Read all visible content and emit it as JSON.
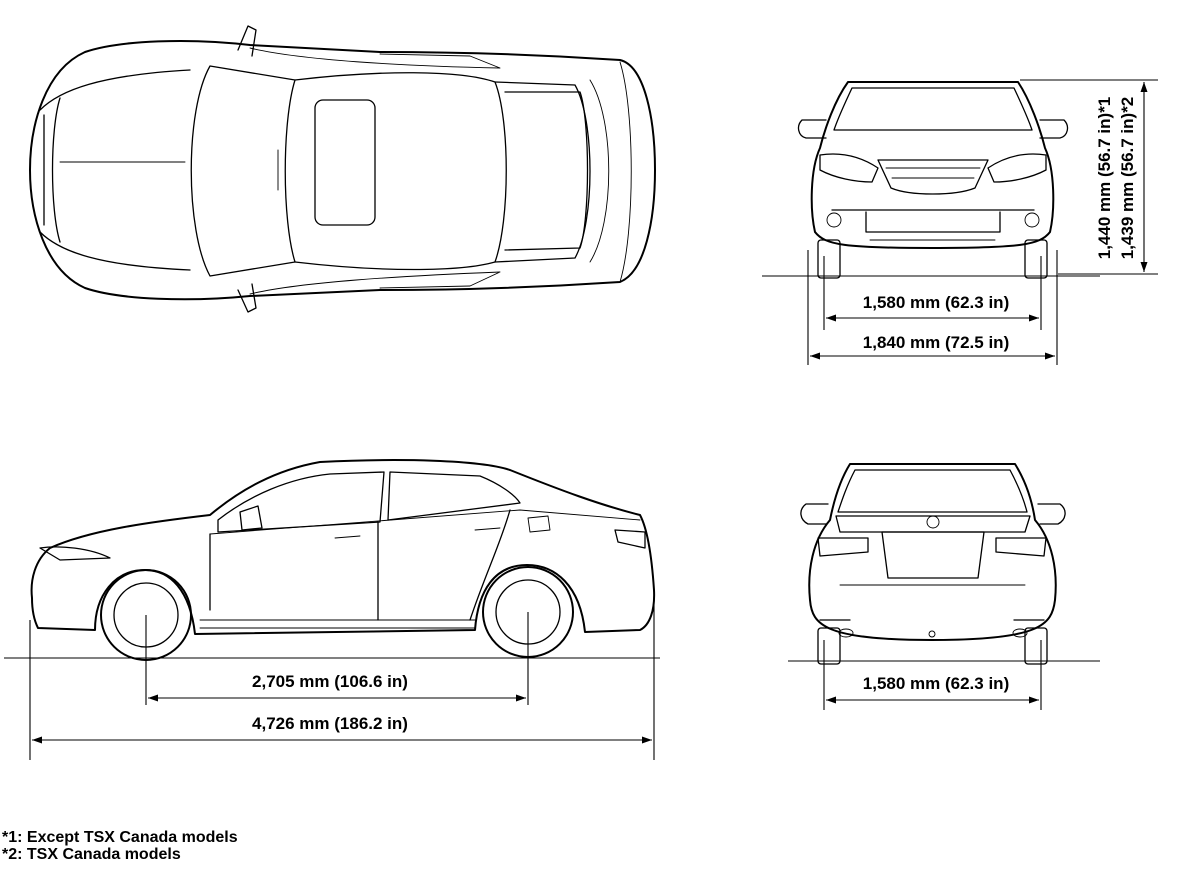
{
  "dimensions": {
    "front_tread": "1,580 mm (62.3 in)",
    "overall_width": "1,840 mm (72.5 in)",
    "height_1": "1,440 mm (56.7 in)*1",
    "height_2": "1,439 mm (56.7 in)*2",
    "wheelbase": "2,705 mm (106.6 in)",
    "overall_length": "4,726 mm (186.2 in)",
    "rear_tread": "1,580 mm (62.3 in)"
  },
  "footnotes": {
    "note_1": "*1: Except TSX Canada models",
    "note_2": "*2: TSX Canada models"
  }
}
